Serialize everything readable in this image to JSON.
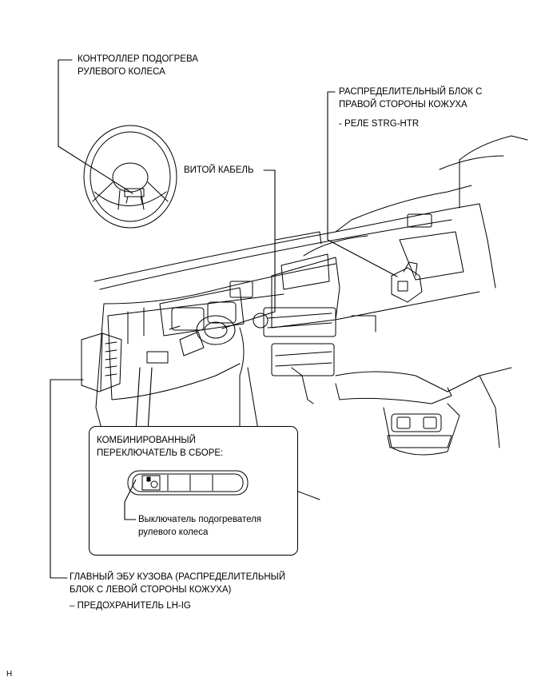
{
  "labels": {
    "steering_controller": {
      "line1": "КОНТРОЛЛЕР ПОДОГРЕВА",
      "line2": "РУЛЕВОГО КОЛЕСА"
    },
    "right_junction_block": {
      "line1": "РАСПРЕДЕЛИТЕЛЬНЫЙ БЛОК С",
      "line2": "ПРАВОЙ СТОРОНЫ КОЖУХА",
      "sub": "- РЕЛЕ STRG-HTR"
    },
    "spiral_cable": "ВИТОЙ КАБЕЛЬ",
    "combination_switch": {
      "line1": "КОМБИНИРОВАННЫЙ",
      "line2": "ПЕРЕКЛЮЧАТЕЛЬ В СБОРЕ:"
    },
    "heater_switch": {
      "line1": "Выключатель подогревателя",
      "line2": "рулевого колеса"
    },
    "main_body_ecu": {
      "line1": "ГЛАВНЫЙ ЭБУ КУЗОВА (РАСПРЕДЕЛИТЕЛЬНЫЙ",
      "line2": "БЛОК С ЛЕВОЙ СТОРОНЫ КОЖУХА)",
      "sub": "– ПРЕДОХРАНИТЕЛЬ LH-IG"
    }
  },
  "figure_code": "H",
  "colors": {
    "line": "#000000",
    "background": "#ffffff"
  }
}
